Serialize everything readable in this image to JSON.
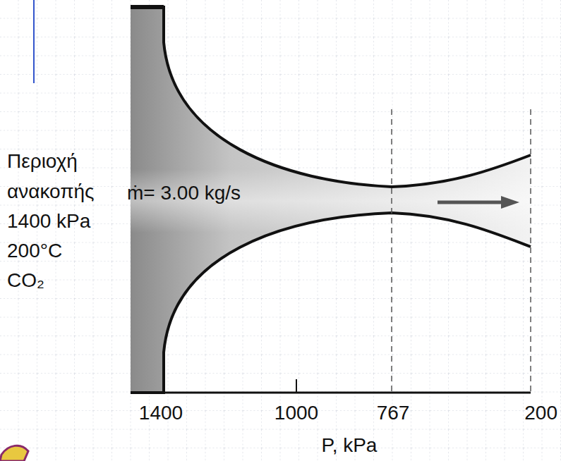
{
  "diagram": {
    "labels": [
      "Περιοχή",
      "ανακοπής",
      "ṁ= 3.00 kg/s",
      "1400 kPa",
      "200°C",
      "CO₂",
      "1400",
      "1000",
      "767",
      "200",
      "P, kPa"
    ]
  }
}
